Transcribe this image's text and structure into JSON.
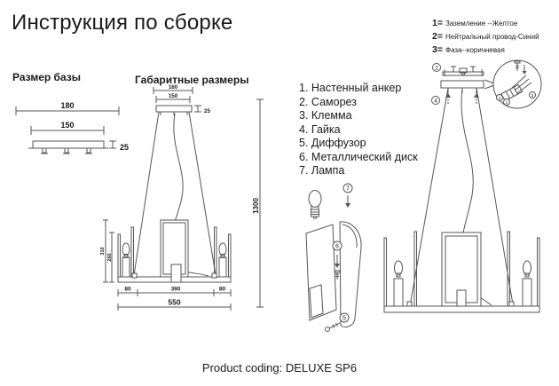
{
  "title": "Инструкция по сборке",
  "wiring_legend": {
    "items": [
      {
        "num": "1=",
        "label": "Заземление --Желтое"
      },
      {
        "num": "2=",
        "label": "Нейтральный провод-Синий"
      },
      {
        "num": "3=",
        "label": "Фаза--коричневая"
      }
    ]
  },
  "base_size": {
    "heading": "Размер базы",
    "width_outer": "180",
    "width_inner": "150",
    "height": "25"
  },
  "overall_size": {
    "heading": "Габаритные размеры",
    "canopy_width_outer": "160",
    "canopy_width_inner": "150",
    "canopy_height": "25",
    "drop_height": "1300",
    "frame_left": "80",
    "frame_center": "390",
    "frame_right": "80",
    "frame_total": "550",
    "body_height_outer": "310",
    "body_height_inner": "260"
  },
  "parts_list": [
    "1. Настенный анкер",
    "2. Саморез",
    "3. Клемма",
    "4. Гайка",
    "5. Диффузор",
    "6. Металлический диск",
    "7. Лампа"
  ],
  "callouts": {
    "lamp": "7",
    "disk": "6",
    "diffuser": "5",
    "screw": "2",
    "nut": "4",
    "clamp": "3",
    "wire1": "1",
    "wire2": "2",
    "wire3": "3"
  },
  "footer": "Product coding: DELUXE SP6"
}
